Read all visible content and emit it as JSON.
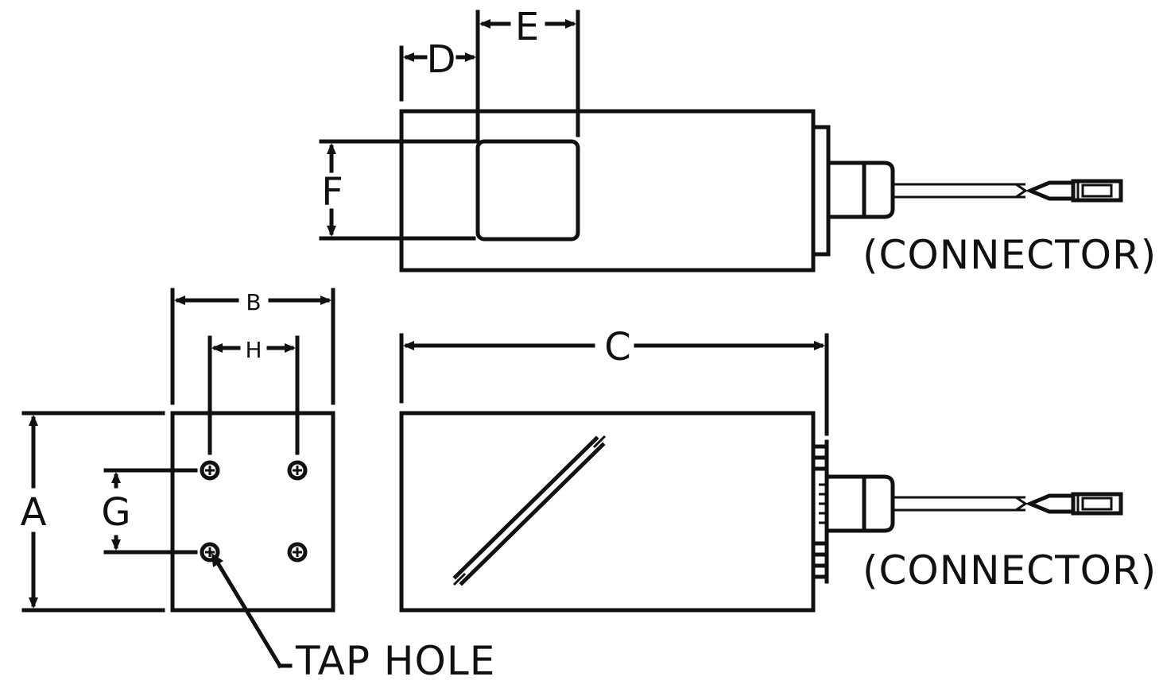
{
  "dimension_labels": {
    "A": "A",
    "B": "B",
    "C": "C",
    "D": "D",
    "E": "E",
    "F": "F",
    "G": "G",
    "H": "H"
  },
  "callouts": {
    "connector_top": "(CONNECTOR)",
    "connector_bottom": "(CONNECTOR)",
    "tap_hole": "TAP HOLE"
  },
  "colors": {
    "line": "#111111",
    "background": "#ffffff"
  }
}
